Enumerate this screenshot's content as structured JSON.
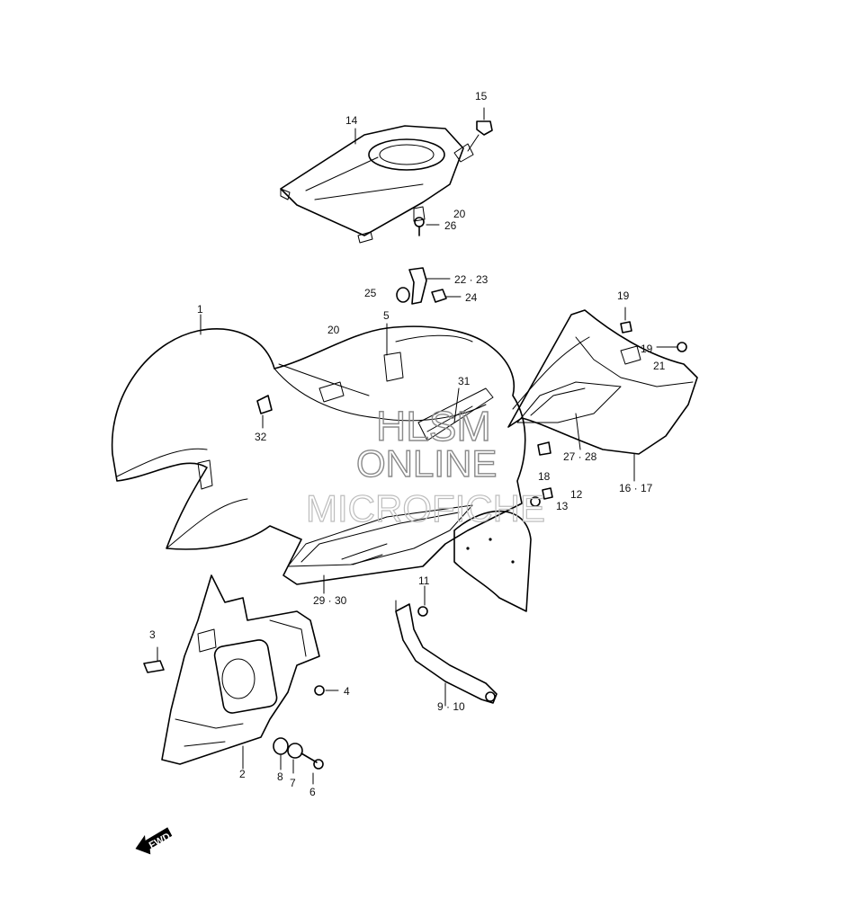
{
  "watermark": {
    "line1": "HLSM",
    "line2": "ONLINE",
    "line3": "MICROFICHE"
  },
  "forward_marker": {
    "text": "FWD"
  },
  "parts": [
    {
      "label": "1"
    },
    {
      "label": "2"
    },
    {
      "label": "3"
    },
    {
      "label": "4"
    },
    {
      "label": "5"
    },
    {
      "label": "6"
    },
    {
      "label": "7"
    },
    {
      "label": "8"
    },
    {
      "label": "9 · 10"
    },
    {
      "label": "11"
    },
    {
      "label": "12"
    },
    {
      "label": "13"
    },
    {
      "label": "14"
    },
    {
      "label": "15"
    },
    {
      "label": "16 · 17"
    },
    {
      "label": "18"
    },
    {
      "label": "19"
    },
    {
      "label": "19"
    },
    {
      "label": "20"
    },
    {
      "label": "20"
    },
    {
      "label": "21"
    },
    {
      "label": "22 · 23"
    },
    {
      "label": "24"
    },
    {
      "label": "25"
    },
    {
      "label": "26"
    },
    {
      "label": "27 · 28"
    },
    {
      "label": "29 · 30"
    },
    {
      "label": "31"
    },
    {
      "label": "32"
    }
  ]
}
